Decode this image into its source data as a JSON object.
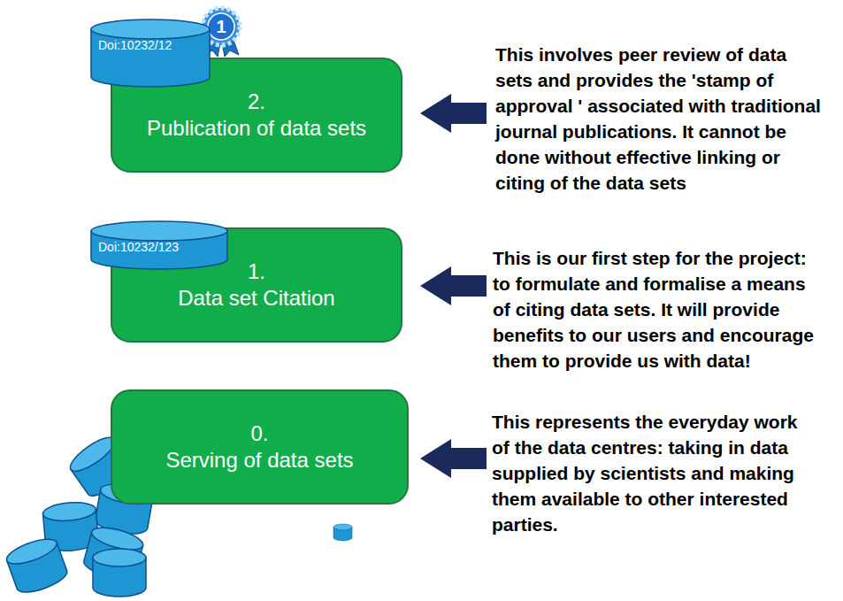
{
  "diagram": {
    "nodes": [
      {
        "text": [
          "Doi:10232/12"
        ]
      },
      {
        "text": [
          "2.",
          "Publication of data sets"
        ]
      },
      {
        "text": [
          "Doi:10232/123"
        ]
      },
      {
        "text": [
          "1.",
          "Data set Citation"
        ]
      },
      {
        "text": [
          "0.",
          "Serving of data sets"
        ]
      }
    ],
    "labels": [
      "1",
      "This involves peer review of data sets and provides the 'stamp of approval ' associated with traditional journal publications. It cannot be done without effective linking or citing of the data sets",
      "This is our first step for the project: to formulate and formalise a means of citing data sets. It will provide benefits to our users and encourage them to provide us with data!",
      "This represents the everyday work of the data centres: taking in data supplied by scientists and making them available to other interested parties."
    ]
  }
}
